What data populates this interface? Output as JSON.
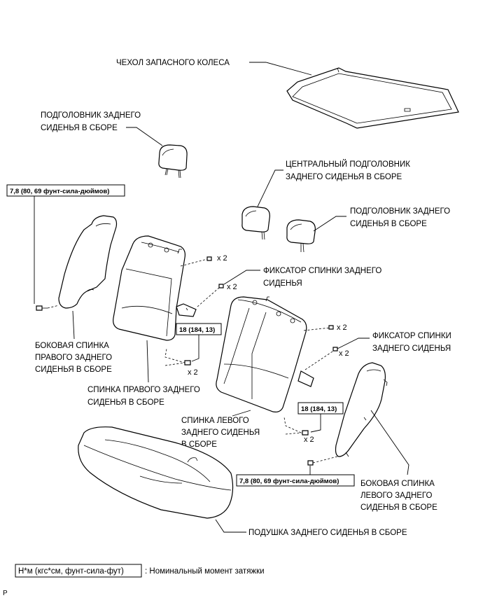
{
  "labels": {
    "spare_cover": "ЧЕХОЛ ЗАПАСНОГО КОЛЕСА",
    "headrest_top": [
      "ПОДГОЛОВНИК ЗАДНЕГО",
      "СИДЕНЬЯ В СБОРЕ"
    ],
    "center_headrest": [
      "ЦЕНТРАЛЬНЫЙ ПОДГОЛОВНИК",
      "ЗАДНЕГО СИДЕНЬЯ В СБОРЕ"
    ],
    "headrest_right": [
      "ПОДГОЛОВНИК ЗАДНЕГО",
      "СИДЕНЬЯ В СБОРЕ"
    ],
    "lock_center": [
      "ФИКСАТОР СПИНКИ ЗАДНЕГО",
      "СИДЕНЬЯ"
    ],
    "lock_right": [
      "ФИКСАТОР СПИНКИ",
      "ЗАДНЕГО СИДЕНЬЯ"
    ],
    "side_back_right": [
      "БОКОВАЯ СПИНКА",
      "ПРАВОГО ЗАДНЕГО",
      "СИДЕНЬЯ В СБОРЕ"
    ],
    "back_right": [
      "СПИНКА ПРАВОГО ЗАДНЕГО",
      "СИДЕНЬЯ В СБОРЕ"
    ],
    "back_left": [
      "СПИНКА ЛЕВОГО",
      "ЗАДНЕГО СИДЕНЬЯ",
      "В СБОРЕ"
    ],
    "side_back_left": [
      "БОКОВАЯ СПИНКА",
      "ЛЕВОГО ЗАДНЕГО",
      "СИДЕНЬЯ В СБОРЕ"
    ],
    "cushion": "ПОДУШКА ЗАДНЕГО СИДЕНЬЯ В СБОРЕ"
  },
  "torque": {
    "side_small": "7,8 (80, 69 фунт-сила-дюймов)",
    "bolt": "18 (184, 13)"
  },
  "quantities": {
    "x2": "x 2"
  },
  "legend": {
    "unit_box": "Н*м (кгс*см, фунт-сила-фут)",
    "text": ": Номинальный момент затяжки"
  },
  "corner_mark": "P"
}
